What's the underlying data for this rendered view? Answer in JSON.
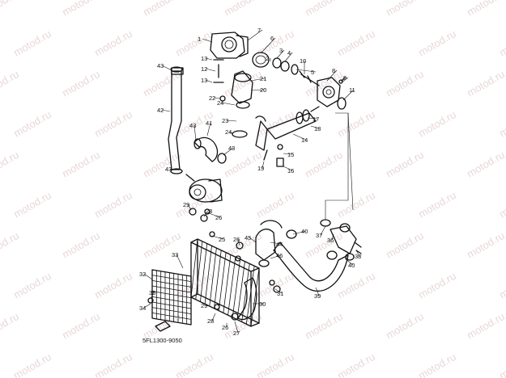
{
  "diagram": {
    "watermark_text": "motod.ru",
    "reference_code": "5FL1300-9050",
    "callouts": [
      "1",
      "2",
      "3",
      "4",
      "5",
      "6",
      "7",
      "8",
      "9",
      "10",
      "11",
      "12",
      "13",
      "14",
      "15",
      "16",
      "17",
      "18",
      "19",
      "20",
      "21",
      "22",
      "23",
      "24",
      "25",
      "26",
      "27",
      "28",
      "29",
      "30",
      "31",
      "32",
      "33",
      "34",
      "35",
      "36",
      "37",
      "38",
      "39",
      "40",
      "41",
      "42",
      "43",
      "44",
      "45",
      "46"
    ]
  }
}
